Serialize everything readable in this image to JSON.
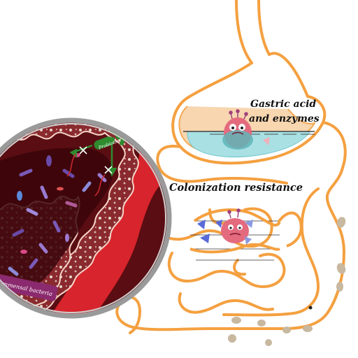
{
  "labels": {
    "gastric_line1": "Gastric acid",
    "gastric_line2": "and enzymes",
    "colonization": "Colonization resistance",
    "probiotics": "Probiotics",
    "commensal": "commensal bacteria"
  },
  "colors": {
    "intestine_outline": "#f4a040",
    "stomach_fill": "#f7d2a8",
    "acid_fill": "#a8e0e4",
    "tissue_red": "#d8242c",
    "lumen_dark": "#5a0d12",
    "villi_fill": "#8a2a2e",
    "magnifier_ring": "#9a9a9a",
    "probiotic_green": "#2e8b2e",
    "microbe_pink": "#e46a7e",
    "inhibitor_blue": "#5a6ad8",
    "commensal_label_bg": "#8b2a6e"
  }
}
